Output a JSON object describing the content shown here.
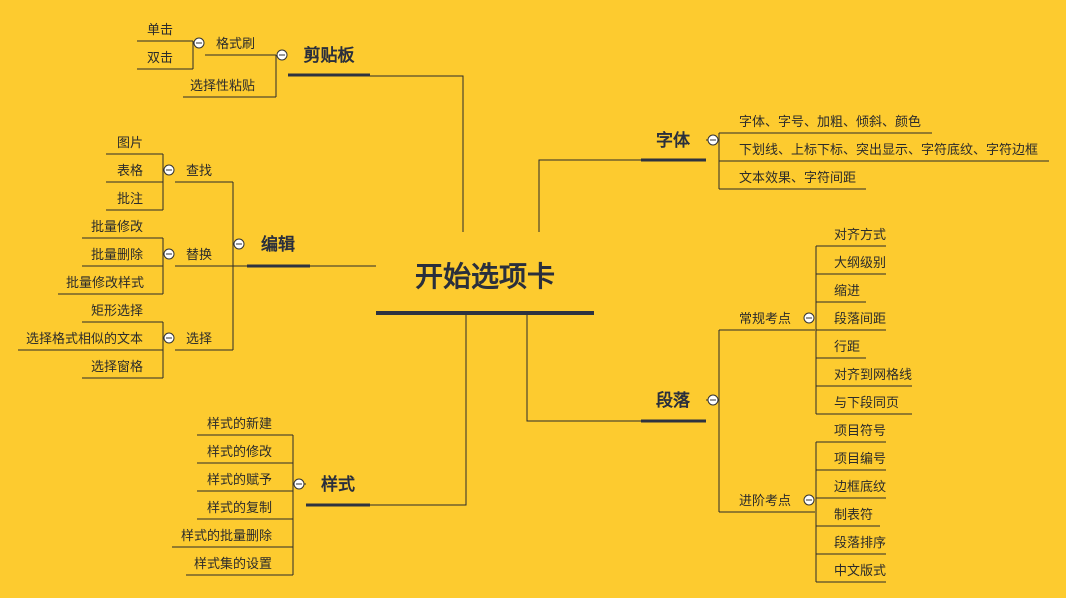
{
  "title": "开始选项卡",
  "branches": {
    "clipboard": {
      "label": "剪贴板",
      "format_painter": {
        "label": "格式刷",
        "children": [
          "单击",
          "双击"
        ]
      },
      "selective_paste": "选择性粘贴"
    },
    "edit": {
      "label": "编辑",
      "find": {
        "label": "查找",
        "children": [
          "图片",
          "表格",
          "批注"
        ]
      },
      "replace": {
        "label": "替换",
        "children": [
          "批量修改",
          "批量删除",
          "批量修改样式"
        ]
      },
      "select": {
        "label": "选择",
        "children": [
          "矩形选择",
          "选择格式相似的文本",
          "选择窗格"
        ]
      }
    },
    "styles": {
      "label": "样式",
      "children": [
        "样式的新建",
        "样式的修改",
        "样式的赋予",
        "样式的复制",
        "样式的批量删除",
        "样式集的设置"
      ]
    },
    "font": {
      "label": "字体",
      "children": [
        "字体、字号、加粗、倾斜、颜色",
        "下划线、上标下标、突出显示、字符底纹、字符边框",
        "文本效果、字符间距"
      ]
    },
    "paragraph": {
      "label": "段落",
      "regular": {
        "label": "常规考点",
        "children": [
          "对齐方式",
          "大纲级别",
          "缩进",
          "段落间距",
          "行距",
          "对齐到网格线",
          "与下段同页"
        ]
      },
      "advanced": {
        "label": "进阶考点",
        "children": [
          "项目符号",
          "项目编号",
          "边框底纹",
          "制表符",
          "段落排序",
          "中文版式"
        ]
      }
    }
  }
}
